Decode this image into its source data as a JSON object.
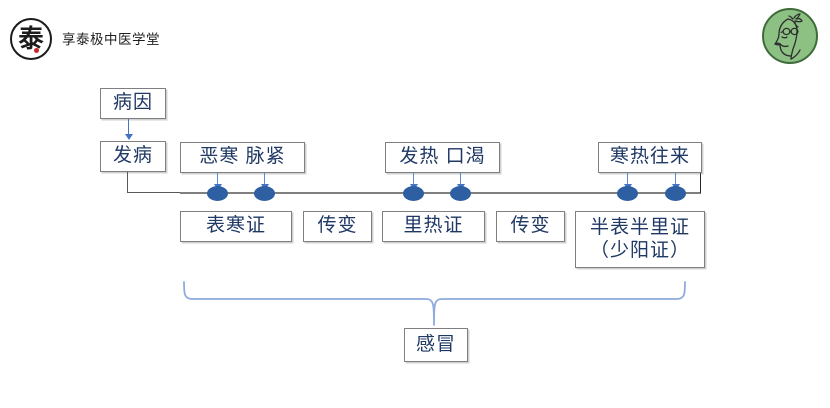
{
  "header": {
    "logo_glyph": "泰",
    "brand": "享泰极中医学堂",
    "logo_name": "tai-seal-logo",
    "avatar_name": "doctor-avatar"
  },
  "colors": {
    "box_text": "#1f3864",
    "box_border": "#7f7f7f",
    "arrow": "#4472c4",
    "dot": "#2e5fa3",
    "timeline": "#7f7f7f",
    "brace": "#8faadc",
    "avatar_bg": "#8cc183",
    "seal_dot": "#c8262a"
  },
  "diagram": {
    "cause_box": "病因",
    "onset_box": "发病",
    "symptom_boxes": [
      {
        "label": "恶寒 脉紧"
      },
      {
        "label": "发热 口渴"
      },
      {
        "label": "寒热往来"
      }
    ],
    "syndrome_boxes": [
      {
        "label": "表寒证"
      },
      {
        "label": "传变"
      },
      {
        "label": "里热证"
      },
      {
        "label": "传变"
      },
      {
        "label": "半表半里证",
        "label2": "（少阳证）"
      }
    ],
    "summary_box": "感冒"
  }
}
